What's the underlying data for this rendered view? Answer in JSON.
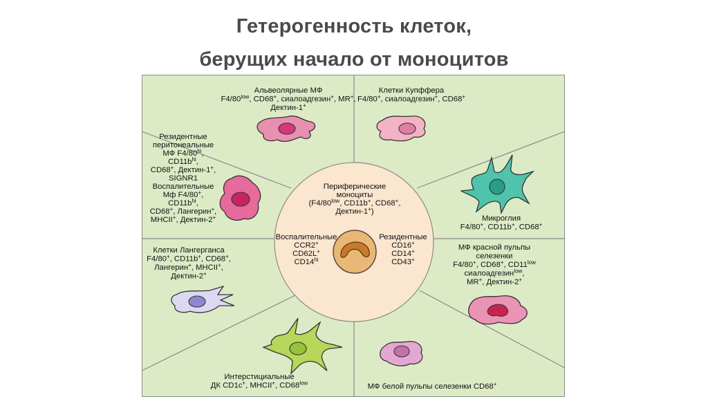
{
  "title": {
    "line1": "Гетерогенность клеток,",
    "line2": "берущих начало от моноцитов"
  },
  "center": {
    "title_lines": [
      "Периферические",
      "моноциты"
    ],
    "markers_line1": [
      [
        "(F4/80",
        ""
      ],
      [
        "low",
        1
      ],
      [
        ", CD11b",
        ""
      ],
      [
        "+",
        1
      ],
      [
        ", CD68",
        ""
      ],
      [
        "+",
        1
      ],
      [
        ",",
        ""
      ]
    ],
    "markers_line2": [
      [
        "Дектин-1",
        ""
      ],
      [
        "+",
        1
      ],
      [
        ")",
        ""
      ]
    ],
    "left_lines": [
      [
        [
          "Воспалительные",
          ""
        ]
      ],
      [
        [
          "CCR2",
          ""
        ],
        [
          "+",
          1
        ]
      ],
      [
        [
          "CD62L",
          ""
        ],
        [
          "+",
          1
        ]
      ],
      [
        [
          "CD14",
          ""
        ],
        [
          "hi",
          1
        ]
      ]
    ],
    "right_lines": [
      [
        [
          "Резидентные",
          ""
        ]
      ],
      [
        [
          "CD16",
          ""
        ],
        [
          "+",
          1
        ]
      ],
      [
        [
          "CD14",
          ""
        ],
        [
          "+",
          1
        ]
      ],
      [
        [
          "CD43",
          ""
        ],
        [
          "+",
          1
        ]
      ]
    ]
  },
  "sectors": {
    "alveolar": [
      [
        [
          "Альвеолярные МФ",
          ""
        ]
      ],
      [
        [
          "F4/80",
          ""
        ],
        [
          "low",
          1
        ],
        [
          ", CD68",
          ""
        ],
        [
          "+",
          1
        ],
        [
          ", сиалоадгезин",
          ""
        ],
        [
          "+",
          1
        ],
        [
          ", MR",
          ""
        ],
        [
          "+",
          1
        ],
        [
          ",",
          ""
        ]
      ],
      [
        [
          "Дектин-1",
          ""
        ],
        [
          "+",
          1
        ]
      ]
    ],
    "kupffer": [
      [
        [
          "Клетки Купффера",
          ""
        ]
      ],
      [
        [
          "F4/80",
          ""
        ],
        [
          "+",
          1
        ],
        [
          ", сиалоадгезин",
          ""
        ],
        [
          "+",
          1
        ],
        [
          ", CD68",
          ""
        ],
        [
          "+",
          1
        ]
      ]
    ],
    "peritoneal": [
      [
        [
          "Резидентные",
          ""
        ]
      ],
      [
        [
          "перитонеальные",
          ""
        ]
      ],
      [
        [
          "МФ F4/80",
          ""
        ],
        [
          "hi",
          1
        ],
        [
          ",",
          ""
        ]
      ],
      [
        [
          "CD11b",
          ""
        ],
        [
          "hi",
          1
        ],
        [
          ",",
          ""
        ]
      ],
      [
        [
          "CD68",
          ""
        ],
        [
          "+",
          1
        ],
        [
          ", Дектин-1",
          ""
        ],
        [
          "+",
          1
        ],
        [
          ",",
          ""
        ]
      ],
      [
        [
          "SIGNR1",
          ""
        ]
      ],
      [
        [
          "Воспалительные",
          ""
        ]
      ],
      [
        [
          "Мф F4/80",
          ""
        ],
        [
          "+",
          1
        ],
        [
          ",",
          ""
        ]
      ],
      [
        [
          "CD11b",
          ""
        ],
        [
          "hi",
          1
        ],
        [
          ",",
          ""
        ]
      ],
      [
        [
          "CD68",
          ""
        ],
        [
          "+",
          1
        ],
        [
          ", Лангерин",
          ""
        ],
        [
          "+",
          1
        ],
        [
          ",",
          ""
        ]
      ],
      [
        [
          "MHCII",
          ""
        ],
        [
          "+",
          1
        ],
        [
          ", Дектин-2",
          ""
        ],
        [
          "+",
          1
        ]
      ]
    ],
    "microglia": [
      [
        [
          "Микроглия",
          ""
        ]
      ],
      [
        [
          "F4/80",
          ""
        ],
        [
          "+",
          1
        ],
        [
          ", CD11b",
          ""
        ],
        [
          "+",
          1
        ],
        [
          ", CD68",
          ""
        ],
        [
          "+",
          1
        ]
      ]
    ],
    "langerhans": [
      [
        [
          "Клетки Лангерганса",
          ""
        ]
      ],
      [
        [
          "F4/80",
          ""
        ],
        [
          "+",
          1
        ],
        [
          ", CD11b",
          ""
        ],
        [
          "+",
          1
        ],
        [
          ", CD68",
          ""
        ],
        [
          "+",
          1
        ],
        [
          ",",
          ""
        ]
      ],
      [
        [
          "Лангерин",
          ""
        ],
        [
          "+",
          1
        ],
        [
          ", MHCII",
          ""
        ],
        [
          "+",
          1
        ],
        [
          ",",
          ""
        ]
      ],
      [
        [
          "Дектин-2",
          ""
        ],
        [
          "+",
          1
        ]
      ]
    ],
    "red_pulp": [
      [
        [
          "МФ красной пульпы",
          ""
        ]
      ],
      [
        [
          "селезенки",
          ""
        ]
      ],
      [
        [
          "F4/80",
          ""
        ],
        [
          "+",
          1
        ],
        [
          ", CD68",
          ""
        ],
        [
          "+",
          1
        ],
        [
          ", CD11",
          ""
        ],
        [
          "low",
          1
        ]
      ],
      [
        [
          "сиалоадгезин",
          ""
        ],
        [
          "low",
          1
        ],
        [
          ",",
          ""
        ]
      ],
      [
        [
          "MR",
          ""
        ],
        [
          "+",
          1
        ],
        [
          ", Дектин-2",
          ""
        ],
        [
          "+",
          1
        ]
      ]
    ],
    "interstitial": [
      [
        [
          "Интерстициальные",
          ""
        ]
      ],
      [
        [
          "ДК CD1c",
          ""
        ],
        [
          "+",
          1
        ],
        [
          ", MHCII",
          ""
        ],
        [
          "+",
          1
        ],
        [
          ", CD68",
          ""
        ],
        [
          "low",
          1
        ]
      ]
    ],
    "white_pulp": [
      [
        [
          "МФ белой пульпы селезенки CD68",
          ""
        ],
        [
          "+",
          1
        ]
      ]
    ]
  },
  "colors": {
    "panel": "#dcebc6",
    "center": "#fbe6cf",
    "lines": "#8a8a8a",
    "monocyte": "#e9b877",
    "alveolar_cell": "#e98fb0",
    "kupffer_cell": "#f2b3c4",
    "peritoneal_cell": "#e66a9b",
    "microglia_cell": "#4fc3ac",
    "langerhans_cell": "#dcd8f2",
    "red_pulp_cell": "#ea93b5",
    "interstitial_cell": "#b7d65a",
    "white_pulp_cell": "#e3a8d2"
  }
}
